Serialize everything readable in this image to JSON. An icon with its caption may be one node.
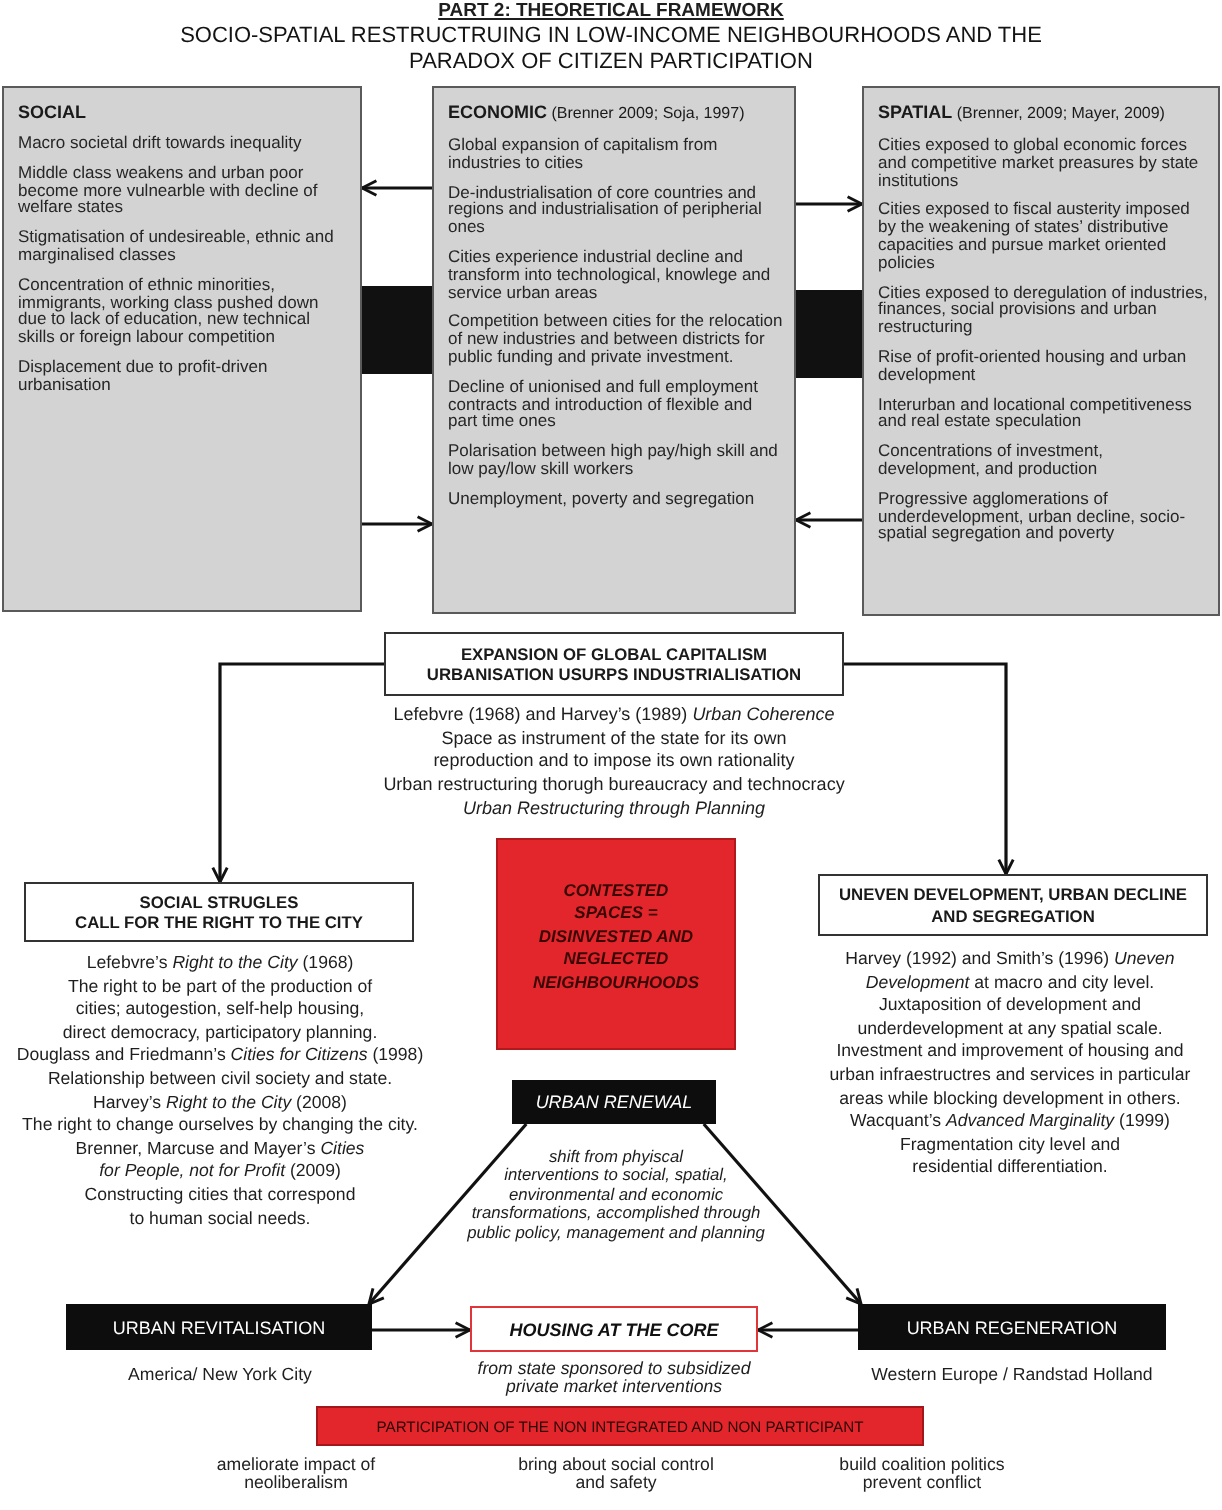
{
  "diagram": {
    "title": "SOCIO-SPATIAL RESTRUCTRUING IN LOW-INCOME NEIGHBOURHOODS AND THE PARADOX OF CITIZEN PARTICIPATION",
    "nodes": [
      {
        "text": [
          "SOCIAL",
          "Macro societal drift towards inequality",
          "Middle class weakens and urban poor become more vulnearble with decline of welfare states",
          "Stigmatisation of undesireable, ethnic and marginalised classes",
          "Concentration of ethnic minorities, immigrants, working class pushed down due to lack of education, new technical skills or foreign labour competition",
          "Displacement due to profit-driven urbanisation"
        ]
      },
      {
        "text": [
          "**ECONOMIC** (Brenner 2009; Soja, 1997)",
          "Global expansion of capitalism from industries to cities",
          "De-industrialisation of core countries and regions and industrialisation of peripherial ones",
          "Cities experience industrial decline and transform into technological, knowlege and service urban areas",
          "Competition between cities for the relocation of new industries and between districts for public funding and private investment.",
          "Decline of unionised and full employment contracts and introduction of flexible and part time ones",
          "Polarisation between high pay/high skill and low pay/low skill workers",
          "Unemployment, poverty and segregation"
        ]
      },
      {
        "text": [
          "**SPATIAL** (Brenner, 2009; Mayer, 2009)",
          "Cities exposed to global economic forces and competitive market preasures by state institutions",
          "Cities exposed to fiscal austerity imposed by the weakening of states’ distributive capacities and pursue market oriented policies",
          "Cities exposed to deregulation of industries, finances, social provisions and urban restructuring",
          "Rise of profit-oriented housing and urban development",
          "Interurban and locational competitiveness and real estate speculation",
          "Concentrations of investment, development, and production",
          "Progressive agglomerations of underdevelopment, urban decline, socio-spatial segregation and poverty"
        ]
      },
      {
        "text": [
          "EXPANSION OF GLOBAL CAPITALISM",
          "URBANISATION USURPS INDUSTRIALISATION"
        ],
        "beside": [
          "Lefebvre (1968) and Harvey’s (1989) *Urban Coherence*",
          "Space as instrument of the state for its own reproduction and to impose its own rationality",
          "Urban restructuring thorugh bureaucracy and technocracy",
          "Urban Restructuring through Planning"
        ]
      },
      {
        "text": [
          "SOCIAL STRUGLES",
          "CALL FOR THE RIGHT TO THE CITY"
        ],
        "beside": [
          "Lefebvre’s *Right to the City* (1968)",
          "The right to be part of the production of cities; autogestion, self-help housing, direct democracy, participatory planning.",
          "Douglass and Friedmann’s *Cities for Citizens* (1998)",
          "Relationship between civil society and state.",
          "Harvey’s *Right to the City* (2008)",
          "The right to change ourselves by changing the city.",
          "Brenner, Marcuse and Mayer’s *Cities for People, not for Profit* (2009)",
          "Constructing cities that correspond to human social needs."
        ]
      },
      {
        "text": [
          "CONTESTED SPACES = DISINVESTED AND NEGLECTED NEIGHBOURHOODS"
        ]
      },
      {
        "text": [
          "UNEVEN DEVELOPMENT, URBAN DECLINE AND SEGREGATION"
        ],
        "beside": [
          "Harvey (1992) and Smith’s (1996) *Uneven Development* at macro and city level.",
          "Juxtaposition of development and underdevelopment at any spatial scale.",
          "Investment and improvement of housing and urban infraestructres and services in particular areas while blocking development in others.",
          "Wacquant’s *Advanced Marginality* (1999)",
          "Fragmentation city level and residential differentiation."
        ]
      },
      {
        "text": [
          "URBAN RENEWAL"
        ],
        "beside": [
          "shift from phyiscal interventions to social, spatial, environmental and economic transformations, accomplished through public policy, management and planning"
        ]
      },
      {
        "text": [
          "URBAN REVITALISATION"
        ],
        "beside": [
          "America/ New York City"
        ]
      },
      {
        "text": [
          "HOUSING AT THE CORE"
        ],
        "beside": [
          "from state sponsored to subsidized private market interventions"
        ]
      },
      {
        "text": [
          "URBAN REGENERATION"
        ],
        "beside": [
          "Western Europe / Randstad Holland"
        ]
      },
      {
        "text": [
          "PARTICIPATION OF THE NON INTEGRATED AND NON PARTICIPANT"
        ],
        "beside": [
          "ameliorate impact of neoliberalism",
          "bring about social control and safety",
          "build coalition politics prevent conflict"
        ]
      }
    ],
    "edges": [
      {
        "from": 1,
        "to": 0,
        "arrow": "to"
      },
      {
        "from": 1,
        "to": 2,
        "arrow": "to"
      },
      {
        "from": 0,
        "to": 1,
        "arrow": "to"
      },
      {
        "from": 2,
        "to": 1,
        "arrow": "to"
      },
      {
        "from": 0,
        "to": 1,
        "arrow": "none",
        "style": "thick"
      },
      {
        "from": 1,
        "to": 2,
        "arrow": "none",
        "style": "thick"
      },
      {
        "from": 3,
        "to": 4,
        "arrow": "to"
      },
      {
        "from": 3,
        "to": 6,
        "arrow": "to"
      },
      {
        "from": 7,
        "to": 8,
        "arrow": "to"
      },
      {
        "from": 7,
        "to": 10,
        "arrow": "to"
      },
      {
        "from": 8,
        "to": 9,
        "arrow": "to"
      },
      {
        "from": 10,
        "to": 9,
        "arrow": "to"
      }
    ],
    "labels": [
      "PART 2: THEORETICAL FRAMEWORK"
    ]
  }
}
